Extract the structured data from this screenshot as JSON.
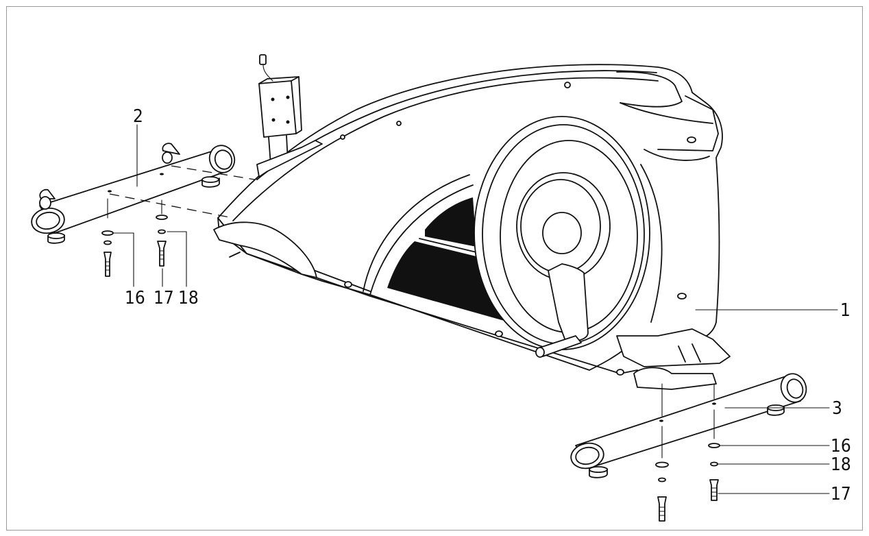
{
  "callouts": {
    "main_frame": "1",
    "front_stabilizer": "2",
    "rear_stabilizer": "3",
    "front_washer": "16",
    "front_spring_washer": "17",
    "front_bolt": "18",
    "rear_washer": "16",
    "rear_spring_washer": "18",
    "rear_bolt": "17"
  }
}
